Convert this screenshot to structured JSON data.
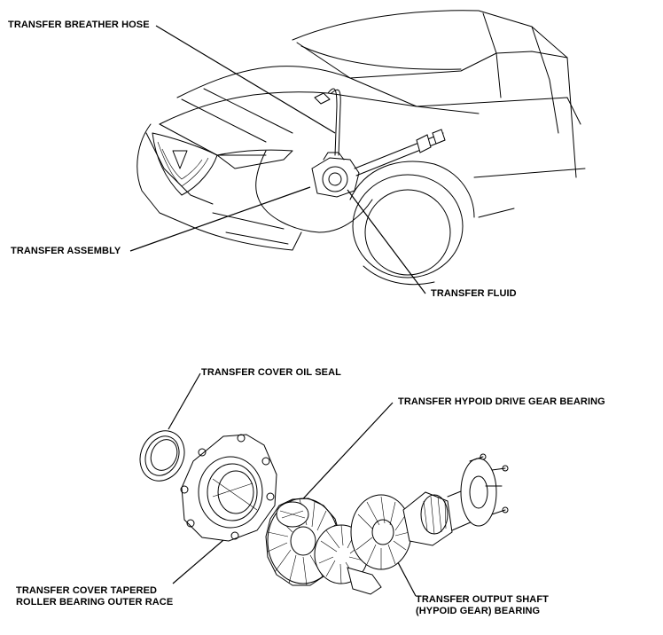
{
  "labels": {
    "breather_hose": "TRANSFER BREATHER HOSE",
    "transfer_assembly": "TRANSFER ASSEMBLY",
    "transfer_fluid": "TRANSFER FLUID",
    "cover_oil_seal": "TRANSFER COVER OIL SEAL",
    "hypoid_drive_gear_bearing": "TRANSFER HYPOID DRIVE GEAR BEARING",
    "cover_tapered_line1": "TRANSFER COVER TAPERED",
    "cover_tapered_line2": "ROLLER BEARING OUTER RACE",
    "output_shaft_line1": "TRANSFER OUTPUT SHAFT",
    "output_shaft_line2": "(HYPOID GEAR) BEARING"
  }
}
